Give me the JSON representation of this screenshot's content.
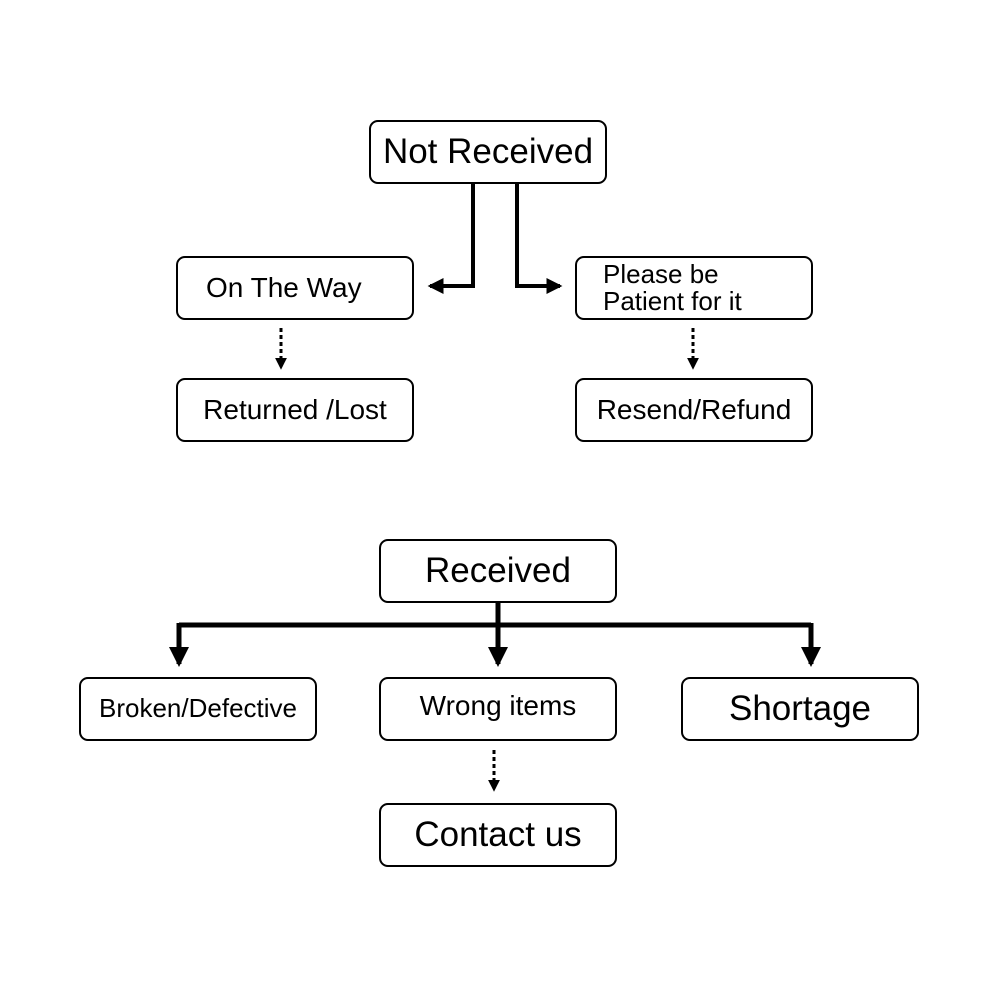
{
  "not_received": {
    "title": "Not Received",
    "on_the_way": "On The Way",
    "please_be_patient": "Please be\nPatient for it",
    "returned_lost": "Returned /Lost",
    "resend_refund": "Resend/Refund"
  },
  "received": {
    "title": "Received",
    "broken_defective": "Broken/Defective",
    "wrong_items": "Wrong items",
    "shortage": "Shortage",
    "contact_us": "Contact us"
  }
}
